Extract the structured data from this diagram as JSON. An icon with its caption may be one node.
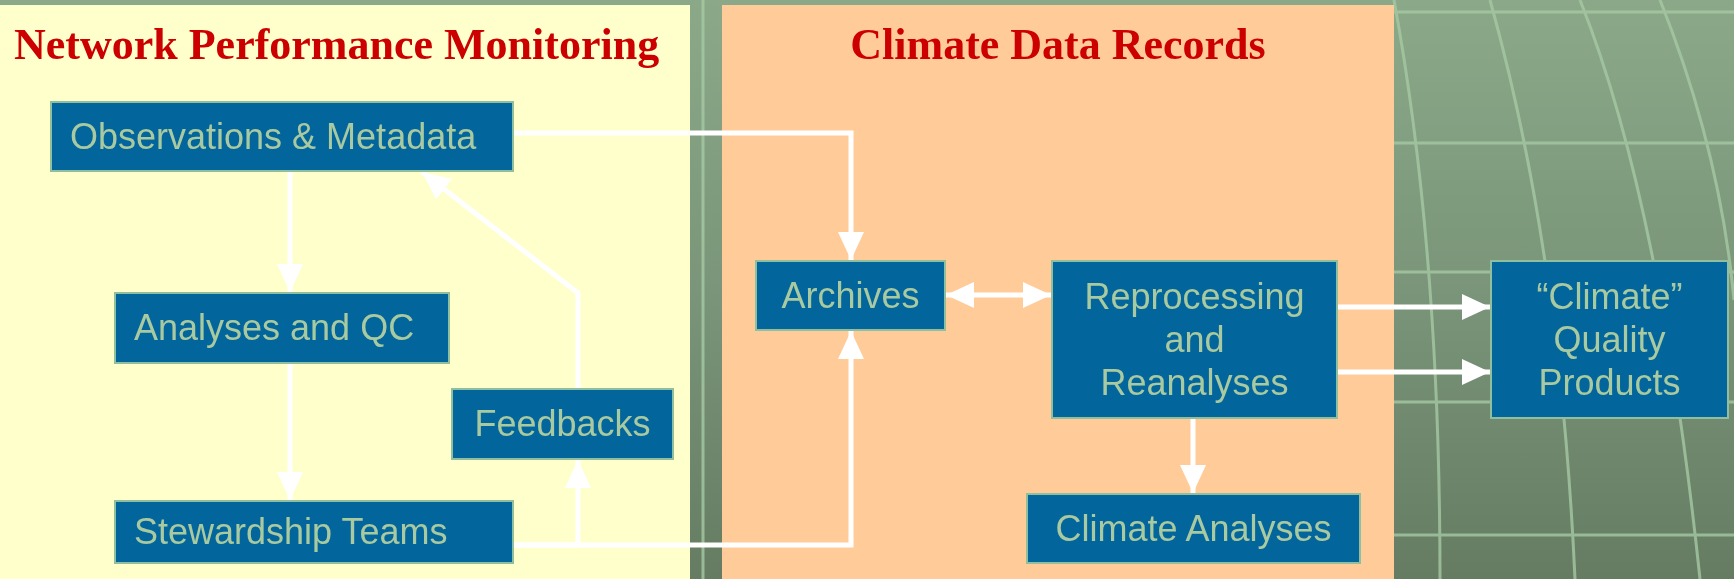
{
  "diagram": {
    "nodes": [
      {
        "text": [
          "Network Performance Monitoring"
        ]
      },
      {
        "text": [
          "Climate Data Records"
        ]
      },
      {
        "text": [
          "Observations & Metadata"
        ],
        "in": 0
      },
      {
        "text": [
          "Analyses and QC"
        ],
        "in": 0
      },
      {
        "text": [
          "Feedbacks"
        ],
        "in": 0
      },
      {
        "text": [
          "Stewardship Teams"
        ],
        "in": 0
      },
      {
        "text": [
          "Archives"
        ],
        "in": 1
      },
      {
        "text": [
          "Reprocessing and Reanalyses"
        ],
        "in": 1
      },
      {
        "text": [
          "Climate Analyses"
        ],
        "in": 1
      },
      {
        "text": [
          "“Climate” Quality Products"
        ]
      }
    ],
    "edges": [
      {
        "from": 2,
        "to": 3,
        "arrow": "to"
      },
      {
        "from": 3,
        "to": 5,
        "arrow": "to"
      },
      {
        "from": 5,
        "to": 4,
        "arrow": "to"
      },
      {
        "from": 4,
        "to": 2,
        "arrow": "to"
      },
      {
        "from": 2,
        "to": 6,
        "arrow": "to"
      },
      {
        "from": 5,
        "to": 6,
        "arrow": "to"
      },
      {
        "from": 6,
        "to": 7,
        "arrow": "both"
      },
      {
        "from": 7,
        "to": 9,
        "arrow": "to"
      },
      {
        "from": 7,
        "to": 9,
        "arrow": "to"
      },
      {
        "from": 7,
        "to": 8,
        "arrow": "to"
      }
    ]
  }
}
